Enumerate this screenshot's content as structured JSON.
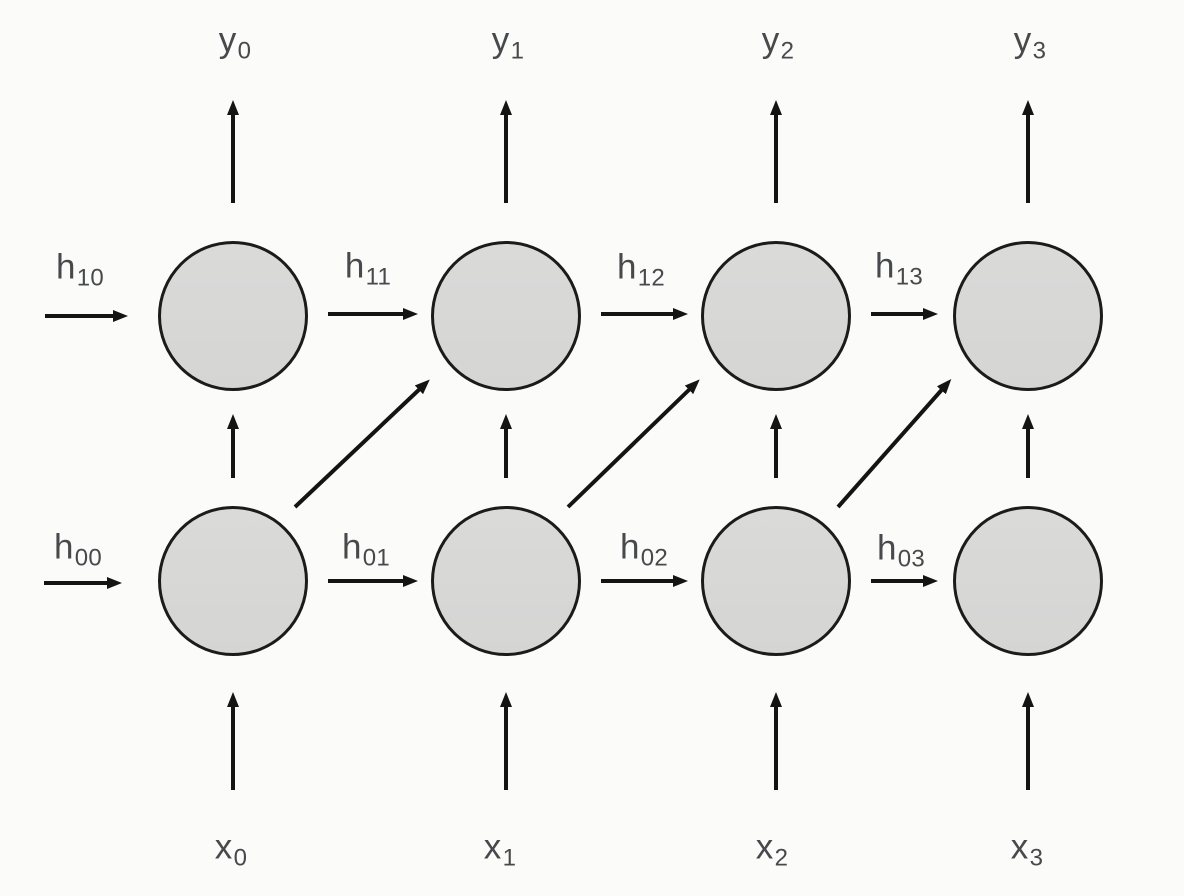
{
  "figure": {
    "kind": "unrolled-two-layer-rnn",
    "background_color": "#fbfbfa",
    "node_fill_color": "#d7d7d6",
    "node_border_color": "#1b1b1b",
    "arrow_color": "#141414",
    "text_color": "#47494c"
  },
  "outputs": [
    {
      "base": "y",
      "sub": "0"
    },
    {
      "base": "y",
      "sub": "1"
    },
    {
      "base": "y",
      "sub": "2"
    },
    {
      "base": "y",
      "sub": "3"
    }
  ],
  "inputs": [
    {
      "base": "x",
      "sub": "0"
    },
    {
      "base": "x",
      "sub": "1"
    },
    {
      "base": "x",
      "sub": "2"
    },
    {
      "base": "x",
      "sub": "3"
    }
  ],
  "layer1_states": [
    {
      "base": "h",
      "sub": "10"
    },
    {
      "base": "h",
      "sub": "11"
    },
    {
      "base": "h",
      "sub": "12"
    },
    {
      "base": "h",
      "sub": "13"
    }
  ],
  "layer0_states": [
    {
      "base": "h",
      "sub": "00"
    },
    {
      "base": "h",
      "sub": "01"
    },
    {
      "base": "h",
      "sub": "02"
    },
    {
      "base": "h",
      "sub": "03"
    }
  ],
  "structure": {
    "timesteps": 4,
    "layers": 2,
    "edges": [
      "x_t -> layer0_t",
      "layer0_t -> layer1_t",
      "layer0_t -> layer1_t+1",
      "layer0_t -> layer0_t+1",
      "layer1_t -> layer1_t+1",
      "layer1_t -> y_t"
    ]
  }
}
